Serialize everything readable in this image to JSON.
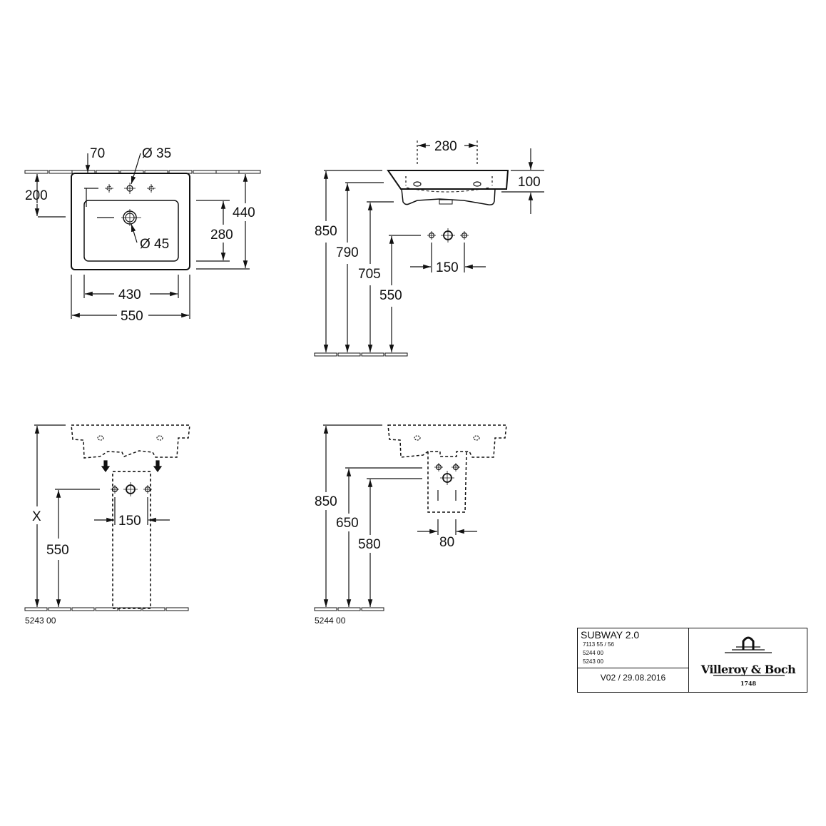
{
  "top_view": {
    "dim_70": "70",
    "dim_d35": "Ø 35",
    "dim_200": "200",
    "dim_d45": "Ø 45",
    "dim_280": "280",
    "dim_440": "440",
    "dim_430": "430",
    "dim_550": "550"
  },
  "side_view": {
    "dim_280": "280",
    "dim_100": "100",
    "dim_850": "850",
    "dim_790": "790",
    "dim_705": "705",
    "dim_550": "550",
    "dim_150": "150"
  },
  "pedestal_view": {
    "dim_x": "X",
    "dim_550": "550",
    "dim_150": "150",
    "article": "5243 00"
  },
  "semipedestal_view": {
    "dim_850": "850",
    "dim_650": "650",
    "dim_580": "580",
    "dim_80": "80",
    "article": "5244 00"
  },
  "title_block": {
    "product": "SUBWAY 2.0",
    "codes": [
      "7113 55 / 56",
      "5244 00",
      "5243 00"
    ],
    "version": "V02 / 29.08.2016",
    "brand": "Villeroy & Boch",
    "year": "1748"
  }
}
